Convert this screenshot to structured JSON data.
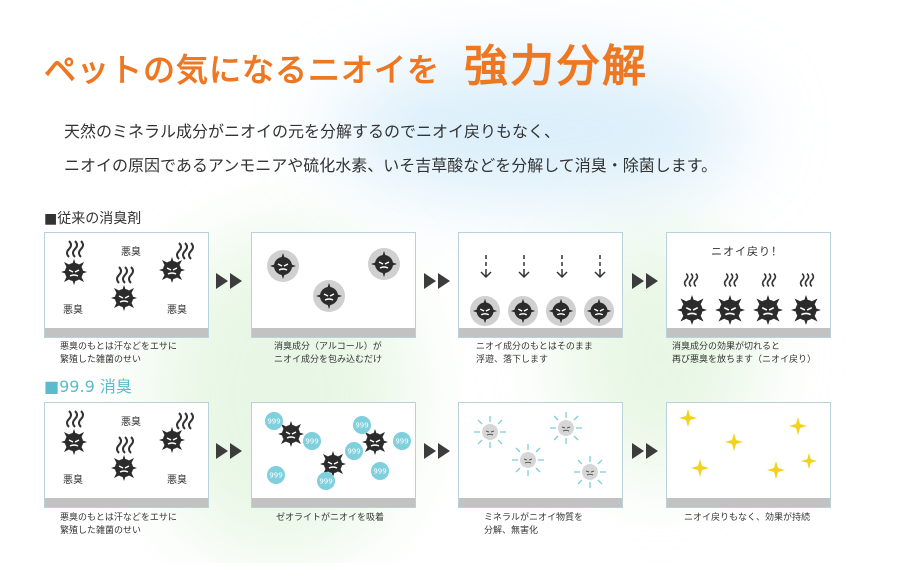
{
  "header": {
    "title_main": "ペットの気になるニオイを",
    "title_emphasis": "強力分解",
    "description_line1": "天然のミネラル成分がニオイの元を分解するのでニオイ戻りもなく、",
    "description_line2": "ニオイの原因であるアンモニアや硫化水素、いそ吉草酸などを分解して消臭・除菌します。"
  },
  "conventional": {
    "label": "■従来の消臭剤",
    "panels": [
      {
        "texts": [
          "悪臭",
          "悪臭",
          "悪臭"
        ],
        "caption": [
          "悪臭のもとは汗などをエサに",
          "繁殖した雑菌のせい"
        ]
      },
      {
        "caption": [
          "消臭成分（アルコール）が",
          "ニオイ成分を包み込むだけ"
        ]
      },
      {
        "caption": [
          "ニオイ成分のもとはそのまま",
          "浮遊、落下します"
        ]
      },
      {
        "texts": [
          "ニオイ戻り！"
        ],
        "caption": [
          "消臭成分の効果が切れると",
          "再び悪臭を放ちます（ニオイ戻り）"
        ]
      }
    ]
  },
  "product": {
    "label": "■99.9 消臭",
    "panels": [
      {
        "texts": [
          "悪臭",
          "悪臭",
          "悪臭"
        ],
        "caption": [
          "悪臭のもとは汗などをエサに",
          "繁殖した雑菌のせい"
        ]
      },
      {
        "badge": "999",
        "caption": [
          "ゼオライトがニオイを吸着"
        ]
      },
      {
        "caption": [
          "ミネラルがニオイ物質を",
          "分解、無害化"
        ]
      },
      {
        "caption": [
          "ニオイ戻りもなく、効果が持続"
        ]
      }
    ]
  },
  "colors": {
    "title_orange": "#ee7722",
    "product_label": "#5bbbcc",
    "germ": "#2b2b2b",
    "zeolite": "#7fcfdc",
    "sparkle": "#f2d21c",
    "arrow": "#3c3c3c"
  },
  "icons": [
    "germ-icon",
    "stink-wave-icon",
    "zeolite-ball-icon",
    "mineral-burst-icon",
    "sparkle-icon",
    "double-arrow-icon",
    "down-arrow-icon"
  ]
}
